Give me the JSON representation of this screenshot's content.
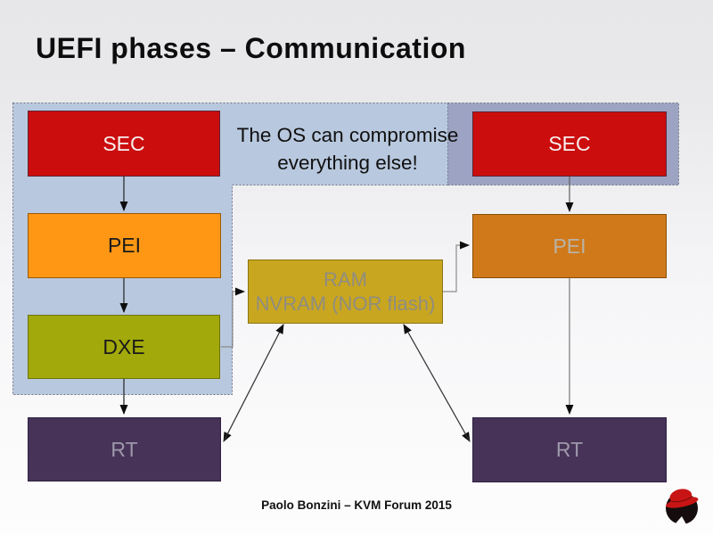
{
  "slide": {
    "title": "UEFI phases – Communication",
    "footer": "Paolo Bonzini – KVM Forum 2015",
    "background_top": "#e7e7e9",
    "background_bottom": "#fdfdfd"
  },
  "callout": {
    "line1": "The OS can compromise",
    "line2": "everything else!"
  },
  "regions": {
    "protected_zone": {
      "fill": "#b8c8de",
      "border": "#6d7383",
      "style": "dotted"
    },
    "compromised_sec_zone": {
      "fill": "#9da3c2",
      "border": "#6d7383",
      "style": "dotted"
    }
  },
  "boxes": {
    "sec_left": {
      "label": "SEC",
      "fill": "#cc0d0d",
      "text_color": "#f5efef"
    },
    "pei_left": {
      "label": "PEI",
      "fill": "#ff9714",
      "text_color": "#1a1a1a"
    },
    "dxe": {
      "label": "DXE",
      "fill": "#a2a90a",
      "text_color": "#1a1a1a"
    },
    "rt_left": {
      "label": "RT",
      "fill": "#463357",
      "text_color": "#9e98ab"
    },
    "sec_right": {
      "label": "SEC",
      "fill": "#cc0d0d",
      "text_color": "#f5efef"
    },
    "pei_right": {
      "label": "PEI",
      "fill": "#d0791b",
      "text_color": "#b9b3a7"
    },
    "rt_right": {
      "label": "RT",
      "fill": "#463357",
      "text_color": "#9e98ab"
    },
    "ram": {
      "line1": "RAM",
      "line2": "NVRAM (NOR flash)",
      "fill": "#c9a620",
      "text_color": "#8f8d80"
    }
  },
  "icons": {
    "logo": "redhat-shadowman-icon"
  }
}
